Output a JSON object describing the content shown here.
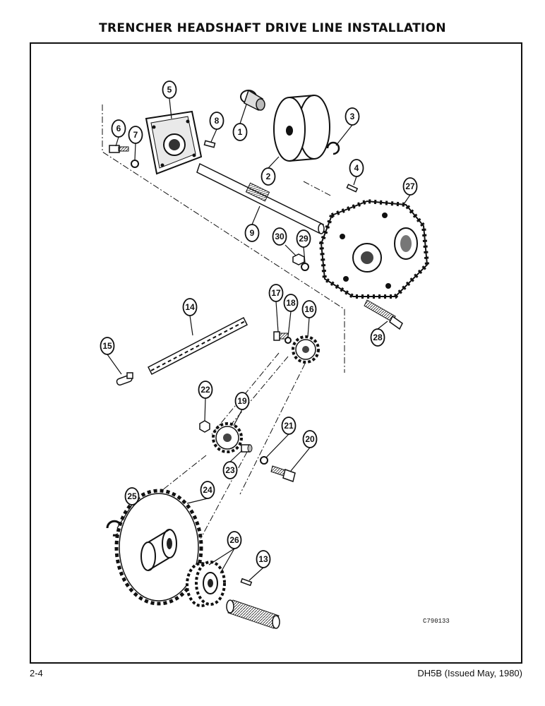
{
  "title": "TRENCHER HEADSHAFT DRIVE LINE INSTALLATION",
  "page_number": "2-4",
  "document_ref": "DH5B (Issued May, 1980)",
  "drawing_code": "C790133",
  "callouts": [
    "1",
    "2",
    "3",
    "4",
    "5",
    "6",
    "7",
    "8",
    "9",
    "13",
    "14",
    "15",
    "16",
    "17",
    "18",
    "19",
    "20",
    "21",
    "22",
    "23",
    "24",
    "25",
    "26",
    "27",
    "28",
    "29",
    "30"
  ]
}
